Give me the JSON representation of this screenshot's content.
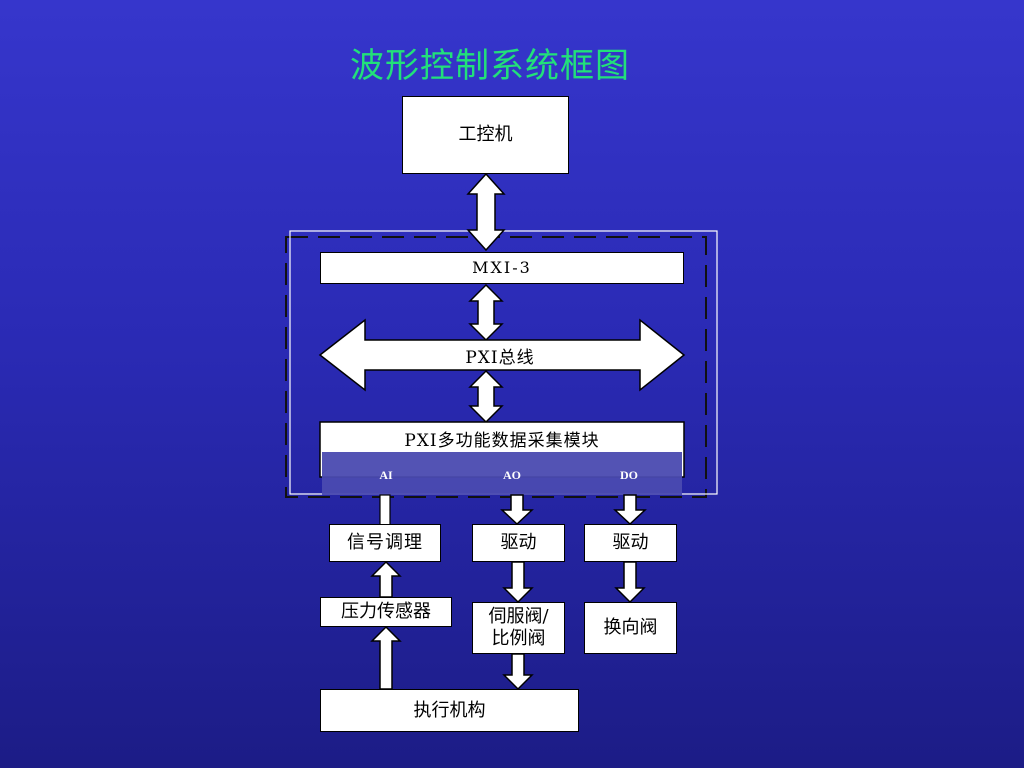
{
  "title": "波形控制系统框图",
  "nodes": {
    "ipc": "工控机",
    "mxi": "MXI-3",
    "pxi_bus": "PXI总线",
    "daq": "PXI多功能数据采集模块",
    "ch_ai": "AI",
    "ch_ao": "AO",
    "ch_do": "DO",
    "signal_cond": "信号调理",
    "drive_ao": "驱动",
    "drive_do": "驱动",
    "pressure_sensor": "压力传感器",
    "servo_valve": "伺服阀/比例阀",
    "reversing_valve": "换向阀",
    "actuator": "执行机构"
  },
  "colors": {
    "title": "#22e07a",
    "background_top": "#3636cc",
    "background_bottom": "#1c1c86",
    "channel_band": "#4a4ab0"
  }
}
